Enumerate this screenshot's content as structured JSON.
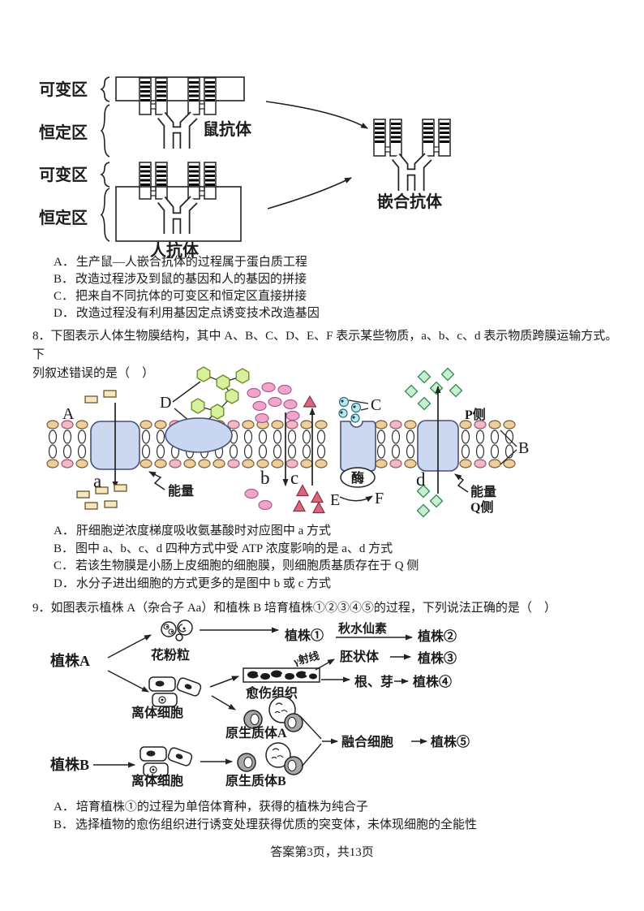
{
  "colors": {
    "text": "#1b1b1b",
    "line_art": "#222222",
    "protein_fill": "#ccd8f0",
    "protein_stroke": "#4a4f78",
    "lipid_head_tan": "#eccf9f",
    "lipid_head_pink": "#f0b9c4",
    "hexagon_green": "#d8ef9b",
    "oval_pink": "#f0a6cb",
    "triangle_red": "#d9687f",
    "diamond_green": "#c9edcf",
    "cyan_circle": "#bfe8ee"
  },
  "q7": {
    "figure": {
      "variable_region_top": "可变区",
      "constant_region_top": "恒定区",
      "mouse_antibody": "鼠抗体",
      "variable_region_bottom": "可变区",
      "constant_region_bottom": "恒定区",
      "human_antibody": "人抗体",
      "chimeric_antibody": "嵌合抗体"
    },
    "options": [
      {
        "label": "A．",
        "text": "生产鼠—人嵌合抗体的过程属于蛋白质工程"
      },
      {
        "label": "B．",
        "text": "改造过程涉及到鼠的基因和人的基因的拼接"
      },
      {
        "label": "C．",
        "text": "把来自不同抗体的可变区和恒定区直接拼接"
      },
      {
        "label": "D．",
        "text": "改造过程没有利用基因定点诱变技术改造基因"
      }
    ]
  },
  "q8": {
    "number": "8．",
    "stem_line1": "下图表示人体生物膜结构，其中 A、B、C、D、E、F 表示某些物质，a、b、c、d 表示物质跨膜运输方式。下",
    "stem_line2": "列叙述错误的是（　）",
    "figure": {
      "substance_A": "A",
      "substance_B": "B",
      "substance_C": "C",
      "substance_D": "D",
      "substance_E": "E",
      "substance_F": "F",
      "mode_a": "a",
      "mode_b": "b",
      "mode_c": "c",
      "mode_d": "d",
      "energy_left": "能量",
      "energy_right": "能量",
      "enzyme": "酶",
      "p_side": "P侧",
      "q_side": "Q侧"
    },
    "options": [
      {
        "label": "A．",
        "text": "肝细胞逆浓度梯度吸收氨基酸时对应图中 a 方式"
      },
      {
        "label": "B．",
        "text": "图中 a、b、c、d 四种方式中受 ATP 浓度影响的是 a、d 方式"
      },
      {
        "label": "C．",
        "text": "若该生物膜是小肠上皮细胞的细胞膜，则细胞质基质存在于 Q 侧"
      },
      {
        "label": "D．",
        "text": "水分子进出细胞的方式更多的是图中 b 或 c 方式"
      }
    ]
  },
  "q9": {
    "number": "9．",
    "stem": "如图表示植株 A（杂合子 Aa）和植株 B 培育植株①②③④⑤的过程，下列说法正确的是（　）",
    "figure": {
      "plant_a": "植株A",
      "plant_b": "植株B",
      "pollen": "花粉粒",
      "isolated_cells_top": "离体细胞",
      "isolated_cells_bottom": "离体细胞",
      "callus": "愈伤组织",
      "gamma_ray": "γ射线",
      "colchicine": "秋水仙素",
      "embryoid": "胚状体",
      "root_bud": "根、芽",
      "protoplast_a": "原生质体A",
      "protoplast_b": "原生质体B",
      "fused_cell": "融合细胞",
      "plant_1": "植株①",
      "plant_2": "植株②",
      "plant_3": "植株③",
      "plant_4": "植株④",
      "plant_5": "植株⑤"
    },
    "options": [
      {
        "label": "A．",
        "text": "培育植株①的过程为单倍体育种，获得的植株为纯合子"
      },
      {
        "label": "B．",
        "text": "选择植物的愈伤组织进行诱变处理获得优质的突变体，未体现细胞的全能性"
      }
    ]
  },
  "footer": "答案第3页，共13页"
}
